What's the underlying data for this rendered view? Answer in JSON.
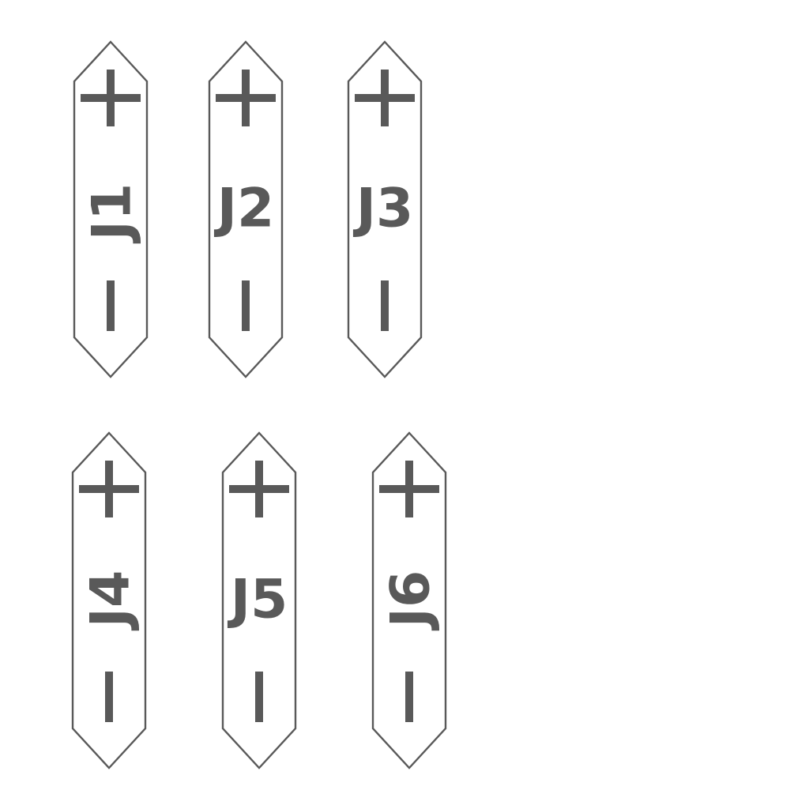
{
  "colors": {
    "stroke": "#595959",
    "fill": "#ffffff",
    "background": "#ffffff"
  },
  "symbols": {
    "positive": "+",
    "negative": "–"
  },
  "connectors": [
    {
      "label": "J1",
      "orientation": "rotated"
    },
    {
      "label": "J2",
      "orientation": "upright"
    },
    {
      "label": "J3",
      "orientation": "upright"
    },
    {
      "label": "J4",
      "orientation": "rotated"
    },
    {
      "label": "J5",
      "orientation": "upright"
    },
    {
      "label": "J6",
      "orientation": "rotated"
    }
  ]
}
